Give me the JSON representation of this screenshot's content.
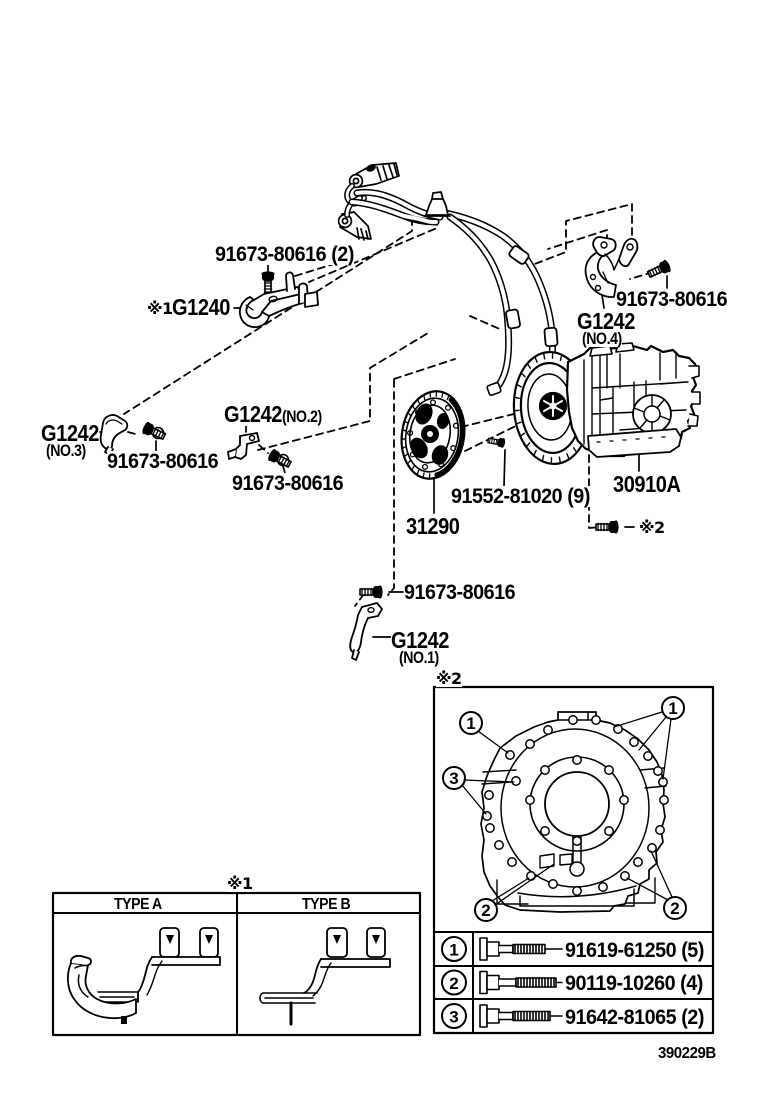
{
  "doc": {
    "background": "#ffffff",
    "ink": "#000000"
  },
  "labels": {
    "bolt_pair": "91673-80616 (2)",
    "g1240_ref": "※1",
    "g1240": "G1240",
    "bolt_no4": "91673-80616",
    "g1242_no4": "G1242",
    "g1242_no4_note": "(NO.4)",
    "g1242_no3": "G1242",
    "g1242_no3_note": "(NO.3)",
    "bolt_no3": "91673-80616",
    "g1242_no2": "G1242",
    "g1242_no2_note": "(NO.2)",
    "bolt_no2": "91673-80616",
    "converter_bolt": "91552-81020 (9)",
    "drive_plate": "31290",
    "transmission": "30910A",
    "housing_bolt_ref": "※2",
    "bolt_no1": "91673-80616",
    "g1242_no1": "G1242",
    "g1242_no1_note": "(NO.1)",
    "housing_box_ref": "※2",
    "type_box_ref": "※1"
  },
  "type_table": {
    "columns": [
      "TYPE A",
      "TYPE B"
    ]
  },
  "fastener_legend": {
    "rows": [
      {
        "callout": "1",
        "part": "91619-61250 (5)"
      },
      {
        "callout": "2",
        "part": "90119-10260 (4)"
      },
      {
        "callout": "3",
        "part": "91642-81065 (2)"
      }
    ]
  },
  "callouts": {
    "one": "1",
    "two": "2",
    "three": "3"
  },
  "footer": {
    "figure_code": "390229B"
  }
}
